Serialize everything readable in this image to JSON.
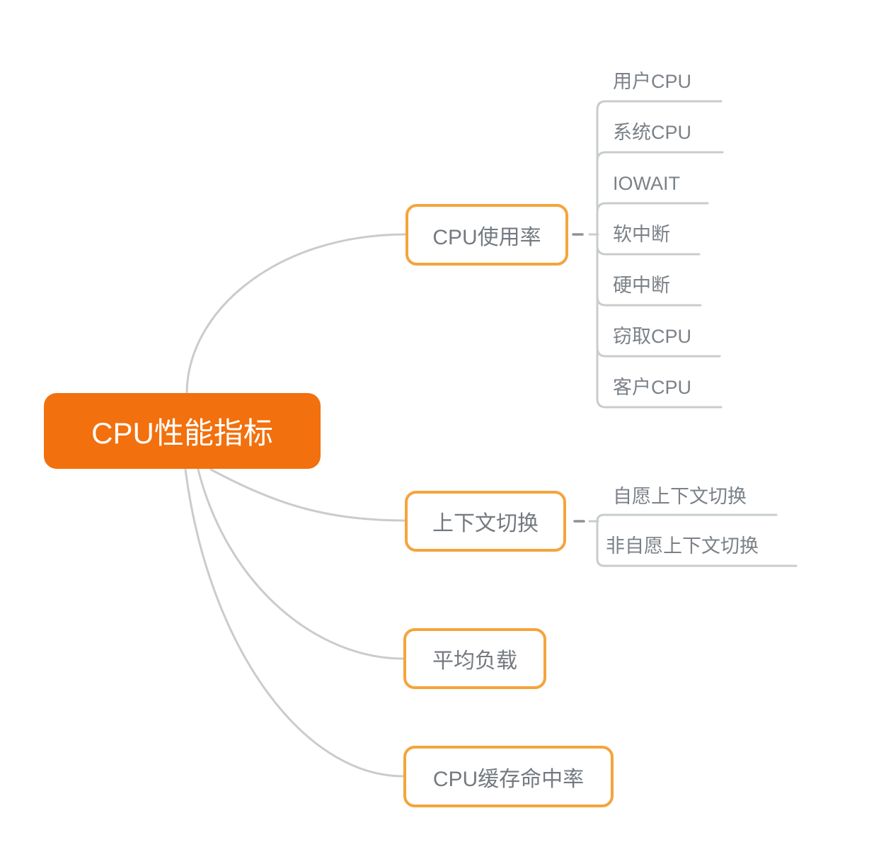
{
  "root": {
    "label": "CPU性能指标"
  },
  "branches": [
    {
      "label": "CPU使用率",
      "children": [
        {
          "label": "用户CPU"
        },
        {
          "label": "系统CPU"
        },
        {
          "label": "IOWAIT"
        },
        {
          "label": "软中断"
        },
        {
          "label": "硬中断"
        },
        {
          "label": "窃取CPU"
        },
        {
          "label": "客户CPU"
        }
      ]
    },
    {
      "label": "上下文切换",
      "children": [
        {
          "label": "自愿上下文切换"
        },
        {
          "label": "非自愿上下文切换"
        }
      ]
    },
    {
      "label": "平均负载",
      "children": []
    },
    {
      "label": "CPU缓存命中率",
      "children": []
    }
  ],
  "colors": {
    "root_fill": "#F2700D",
    "branch_border": "#F5A43C",
    "branch_text": "#747A80",
    "leaf_text": "#7B8187",
    "connector_line": "#C9CCCE",
    "collapse_dash": "#8D9296",
    "background": "#FFFFFF"
  }
}
